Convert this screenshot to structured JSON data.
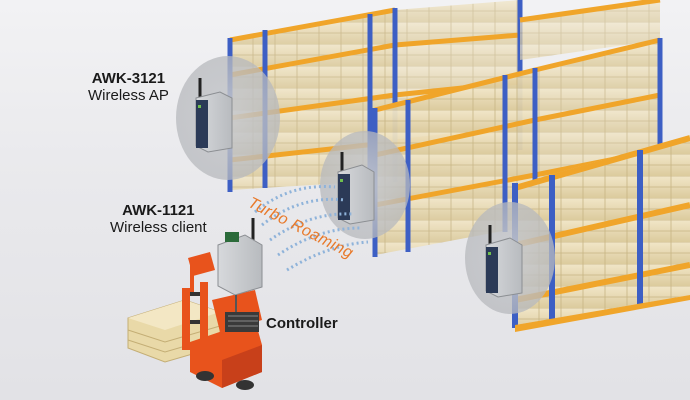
{
  "access_point": {
    "model": "AWK-3121",
    "role": "Wireless AP"
  },
  "client": {
    "model": "AWK-1121",
    "role": "Wireless client"
  },
  "controller_label": "Controller",
  "roaming_label": "Turbo Roaming",
  "colors": {
    "rack_blue": "#3d5fc4",
    "rack_orange": "#f0a52a",
    "forklift_orange": "#e8531c",
    "roaming_text": "#e8792a",
    "signal_blue": "#8fb3da"
  }
}
